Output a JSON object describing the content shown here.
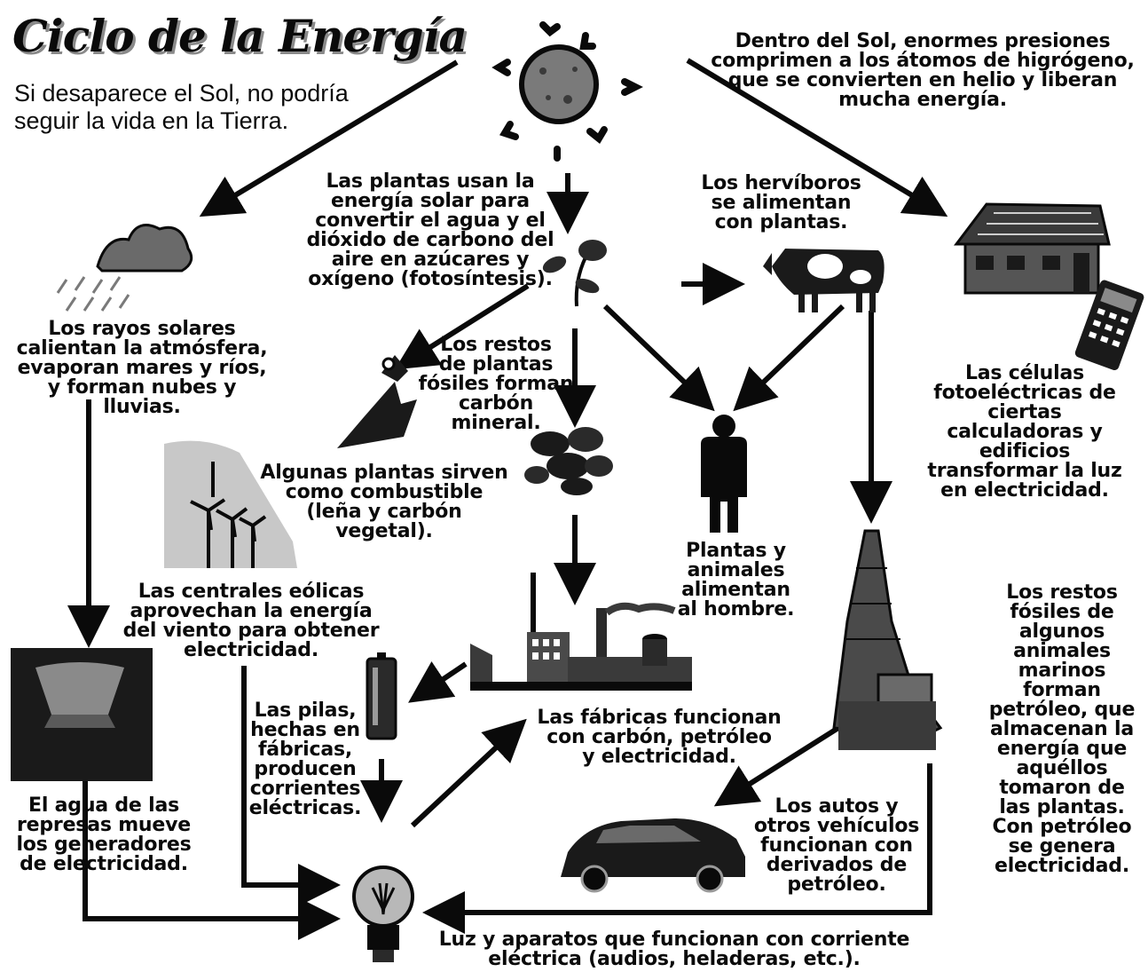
{
  "title": "Ciclo de la Energía",
  "subtitle": "Si desaparece el Sol, no podría\nseguir la vida en la Tierra.",
  "labels": {
    "sun_fusion": "Dentro del Sol, enormes presiones\ncomprimen a los átomos de higrógeno,\nque se convierten en helio y liberan\nmucha energía.",
    "photosynthesis": "Las plantas usan la\nenergía solar para\nconvertir el agua y el\ndióxido de carbono del\naire en azúcares y\noxígeno (fotosíntesis).",
    "herbivores": "Los hervíboros\nse alimentan\ncon plantas.",
    "solar_rays": "Los rayos solares\ncalientan la atmósfera,\nevaporan mares y ríos,\ny forman nubes y\nlluvias.",
    "fossil_plants": "Los restos\nde plantas\nfósiles forman\ncarbón\nmineral.",
    "photocells": "Las células\nfotoeléctricas de\nciertas\ncalculadoras y\nedificios\ntransformar la luz\nen electricidad.",
    "fuel_plants": "Algunas plantas sirven\ncomo combustible\n(leña y carbón\nvegetal).",
    "food_for_man": "Plantas y\nanimales\nalimentan\nal hombre.",
    "wind": "Las centrales eólicas\naprovechan la energía\ndel viento para obtener\nelectricidad.",
    "oil": "Los restos\nfósiles de\nalgunos\nanimales\nmarinos\nforman\npetróleo, que\nalmacenan la\nenergía que\naquéllos\ntomaron de\nlas plantas.\nCon petróleo\nse genera\nelectricidad.",
    "batteries": "Las pilas,\nhechas en\nfábricas,\nproducen\ncorrientes\neléctricas.",
    "factories": "Las fábricas funcionan\ncon carbón, petróleo\ny electricidad.",
    "dams": "El agua  de las\nrepresas mueve\nlos generadores\nde electricidad.",
    "cars": "Los autos y\notros vehículos\nfuncionan con\nderivados de\npetróleo.",
    "light": "Luz y aparatos que funcionan con corriente\neléctrica (audios, heladeras, etc.)."
  },
  "icons": [
    "sun-icon",
    "cloud-rain-icon",
    "plant-icon",
    "cow-icon",
    "house-icon",
    "calculator-icon",
    "tree-icon",
    "coal-icon",
    "person-icon",
    "wind-turbine-icon",
    "dam-icon",
    "battery-icon",
    "factory-icon",
    "oil-rig-icon",
    "car-icon",
    "lightbulb-icon"
  ],
  "colors": {
    "ink": "#0a0a0a",
    "gray": "#8a8a8a",
    "light_gray": "#c8c8c8"
  }
}
